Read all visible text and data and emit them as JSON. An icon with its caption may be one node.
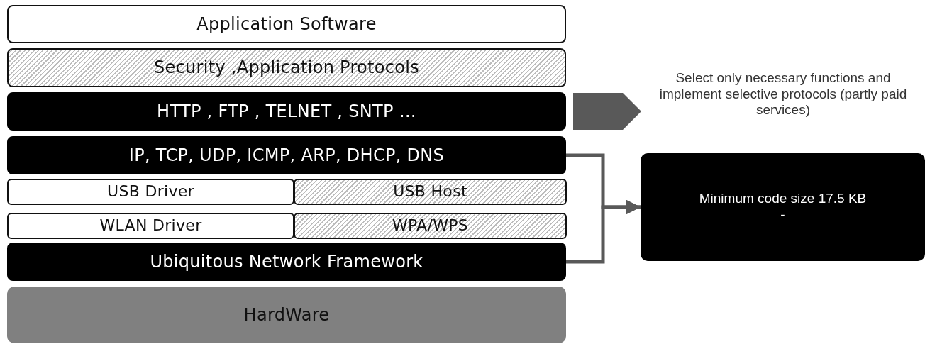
{
  "diagram": {
    "nodes": [
      {
        "text": [
          "Application Software"
        ]
      },
      {
        "text": [
          "Security ,Application Protocols"
        ]
      },
      {
        "text": [
          "HTTP , FTP , TELNET , SNTP …"
        ]
      },
      {
        "text": [
          "IP, TCP, UDP, ICMP, ARP, DHCP, DNS"
        ]
      },
      {
        "text": [
          "USB Driver"
        ]
      },
      {
        "text": [
          "USB Host"
        ]
      },
      {
        "text": [
          "WLAN Driver"
        ]
      },
      {
        "text": [
          "WPA/WPS"
        ]
      },
      {
        "text": [
          "Ubiquitous Network Framework"
        ]
      },
      {
        "text": [
          "HardWare"
        ]
      },
      {
        "text": [
          "Select only necessary functions and implement selective protocols (partly paid services)"
        ]
      },
      {
        "text": [
          "Minimum code size 17.5 KB -"
        ]
      }
    ],
    "edges": [
      {
        "from": 2,
        "to": 10,
        "arrow": "to",
        "style": "thick"
      },
      {
        "from": 3,
        "to": 11,
        "arrow": "to"
      },
      {
        "from": 8,
        "to": 11,
        "arrow": "to"
      }
    ]
  }
}
